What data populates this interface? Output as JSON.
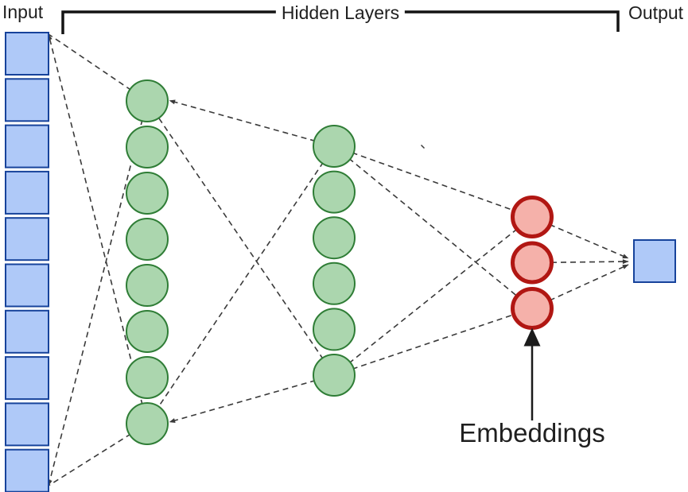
{
  "title": "Neural network embeddings diagram",
  "colors": {
    "background": "#ffffff",
    "input_fill": "#afc9f8",
    "input_stroke": "#17439b",
    "hidden_fill": "#abd6ae",
    "hidden_stroke": "#2f7d36",
    "embedding_fill": "#f5b1aa",
    "embedding_stroke": "#b11713",
    "connector": "#3a3a3a",
    "bracket": "#141414",
    "arrow": "#1b1b1b",
    "label_text": "#1f1f1f"
  },
  "network": {
    "input": {
      "label": "Input",
      "shape": "square",
      "count": 10
    },
    "hidden_layers": {
      "label": "Hidden Layers",
      "layers": [
        {
          "name": "hidden-layer-1",
          "count": 8
        },
        {
          "name": "hidden-layer-2",
          "count": 6
        }
      ]
    },
    "embeddings": {
      "label": "Embeddings",
      "count": 3
    },
    "output": {
      "label": "Output",
      "shape": "square",
      "count": 1
    }
  },
  "connections": [
    {
      "from": "h1-top",
      "to": "input-top",
      "arrow": false
    },
    {
      "from": "h1-bottom",
      "to": "input-top",
      "arrow": true
    },
    {
      "from": "h1-top",
      "to": "input-bottom",
      "arrow": true
    },
    {
      "from": "h1-bottom",
      "to": "input-bottom",
      "arrow": false
    },
    {
      "from": "h2-top",
      "to": "h1-top-edge",
      "arrow": true
    },
    {
      "from": "h2-top",
      "to": "h1-bottom",
      "arrow": false
    },
    {
      "from": "h2-bottom",
      "to": "h1-top",
      "arrow": false
    },
    {
      "from": "h2-bottom",
      "to": "h1-bottom-edge",
      "arrow": true
    },
    {
      "from": "h2-top",
      "to": "emb-1",
      "arrow": false
    },
    {
      "from": "h2-top",
      "to": "emb-3",
      "arrow": false
    },
    {
      "from": "h2-bottom",
      "to": "emb-1",
      "arrow": false
    },
    {
      "from": "h2-bottom",
      "to": "emb-3",
      "arrow": false
    },
    {
      "from": "emb-1",
      "to": "out-top",
      "arrow": true
    },
    {
      "from": "emb-2",
      "to": "out-mid",
      "arrow": true
    },
    {
      "from": "emb-3",
      "to": "out-bottom",
      "arrow": true
    }
  ]
}
